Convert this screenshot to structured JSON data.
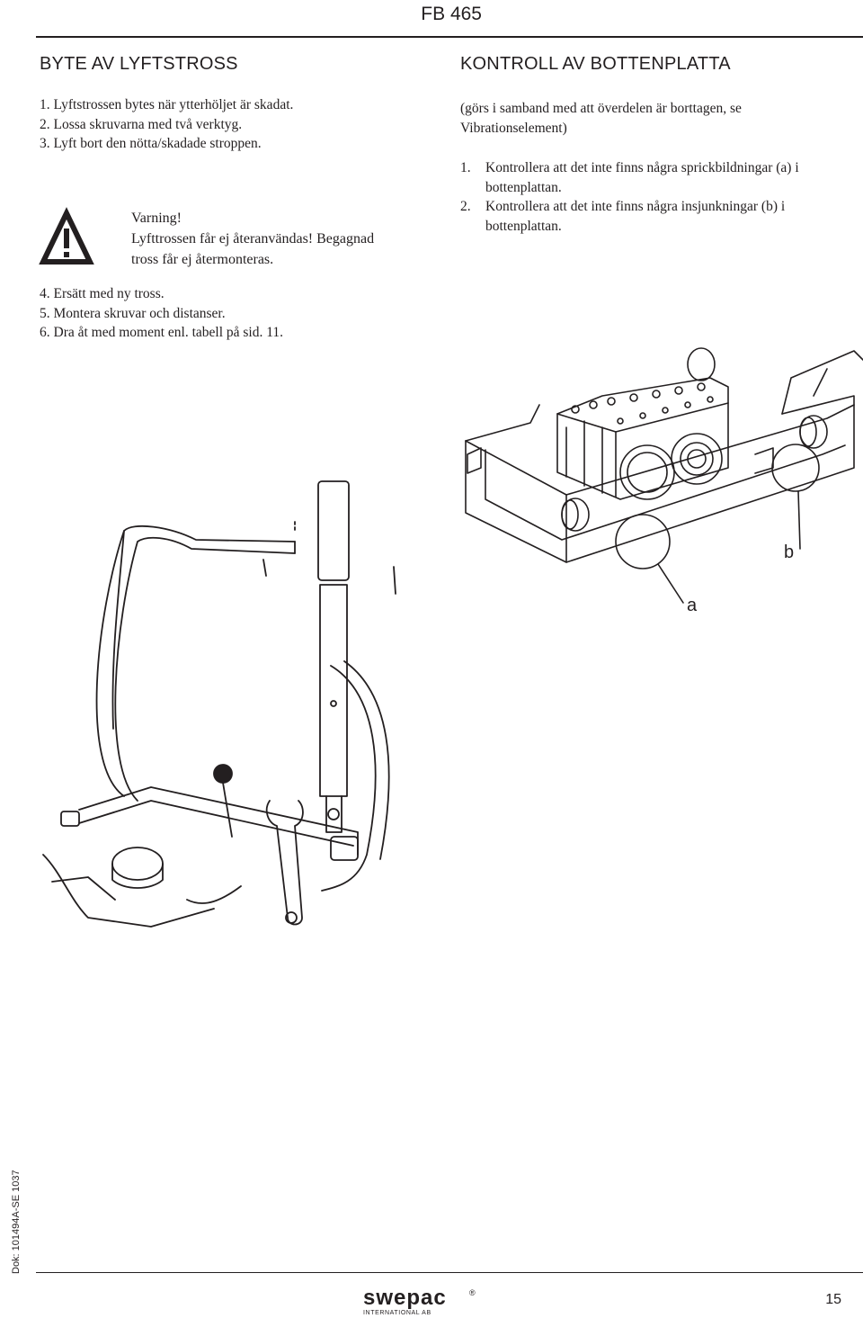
{
  "header": {
    "title": "FB 465"
  },
  "left": {
    "heading": "BYTE AV LYFTSTROSS",
    "steps_a": [
      "1. Lyftstrossen bytes när ytterhöljet är skadat.",
      "2. Lossa skruvarna med två verktyg.",
      "3. Lyft bort den nötta/skadade stroppen."
    ],
    "warning": {
      "lines": [
        "Varning!",
        "Lyfttrossen får ej återanvändas! Begagnad",
        "tross får ej återmonteras."
      ]
    },
    "steps_b": [
      "4. Ersätt med ny tross.",
      "5. Montera skruvar och distanser.",
      "6. Dra åt med moment enl. tabell på sid. 11."
    ]
  },
  "right": {
    "heading": "KONTROLL AV BOTTENPLATTA",
    "intro_lines": [
      "(görs i samband med att överdelen är borttagen, se",
      "Vibrationselement)"
    ],
    "steps": [
      {
        "num": "1.",
        "lines": [
          "Kontrollera att det inte finns några sprickbildningar (a) i",
          "bottenplattan."
        ]
      },
      {
        "num": "2.",
        "lines": [
          "Kontrollera att det inte finns några insjunkningar (b) i",
          "bottenplattan."
        ]
      }
    ],
    "callouts": {
      "a": "a",
      "b": "b"
    }
  },
  "footer": {
    "doc_number": "Dok: 101494A-SE 1037",
    "logo_text": "swepac",
    "logo_registered": "®",
    "logo_sub": "INTERNATIONAL AB",
    "page_number": "15"
  }
}
